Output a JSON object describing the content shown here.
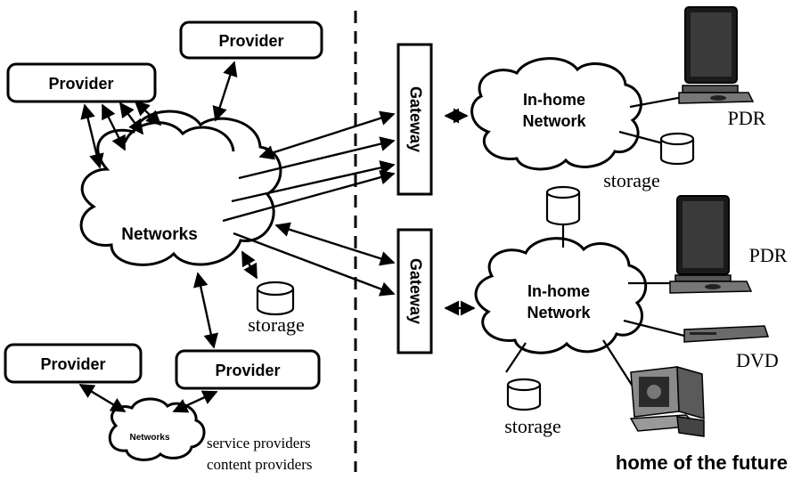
{
  "left_side": {
    "providers": [
      "Provider",
      "Provider",
      "Provider",
      "Provider"
    ],
    "main_network_label": "Networks",
    "small_network_label": "Networks",
    "storage_label": "storage",
    "legend_line1": "service providers",
    "legend_line2": "content providers"
  },
  "gateways": [
    "Gateway",
    "Gateway"
  ],
  "home_top": {
    "network_line1": "In-home",
    "network_line2": "Network",
    "pdr_label": "PDR",
    "storage_label": "storage"
  },
  "home_bottom": {
    "network_line1": "In-home",
    "network_line2": "Network",
    "pdr_label": "PDR",
    "dvd_label": "DVD",
    "storage_label": "storage"
  },
  "footer_title": "home of the future"
}
